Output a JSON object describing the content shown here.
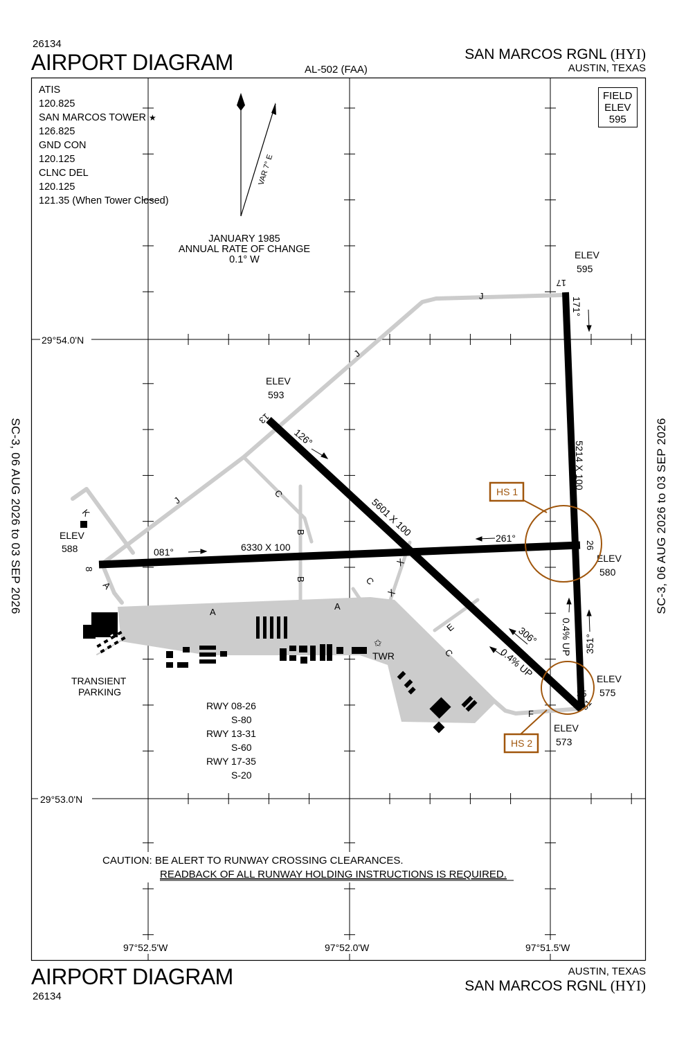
{
  "header": {
    "chart_number": "26134",
    "title": "AIRPORT DIAGRAM",
    "chart_id": "AL-502 (FAA)",
    "airport_name": "SAN MARCOS RGNL",
    "airport_id": "(HYI)",
    "location": "AUSTIN, TEXAS"
  },
  "footer": {
    "title": "AIRPORT DIAGRAM",
    "chart_number": "26134",
    "airport_name": "SAN MARCOS RGNL",
    "airport_id": "(HYI)",
    "location": "AUSTIN, TEXAS"
  },
  "side_dates": {
    "left": "SC-3,  06 AUG 2026  to  03 SEP 2026",
    "right": "SC-3,  06 AUG 2026  to  03 SEP 2026"
  },
  "frequencies": {
    "atis_label": "ATIS",
    "atis": "120.825",
    "tower_label": "SAN MARCOS TOWER",
    "tower_symbol": "★",
    "tower": "126.825",
    "gnd_label": "GND CON",
    "gnd": "120.125",
    "clnc_label": "CLNC DEL",
    "clnc": "120.125",
    "tower_closed": "121.35 (When Tower Closed)"
  },
  "field_elevation": {
    "line1": "FIELD",
    "line2": "ELEV",
    "value": "595"
  },
  "magnetic_variation": {
    "var": "VAR 7° E",
    "date": "JANUARY 1985",
    "rate_label": "ANNUAL RATE OF CHANGE",
    "rate": "0.1° W"
  },
  "coordinates": {
    "lat_north": "29°54.0'N",
    "lat_south": "29°53.0'N",
    "lon_west": "97°52.5'W",
    "lon_mid": "97°52.0'W",
    "lon_east": "97°51.5'W"
  },
  "runways": {
    "r08": {
      "end": "8",
      "elev_label": "ELEV",
      "elev": "588",
      "heading": "081°"
    },
    "r26": {
      "end": "26",
      "elev_label": "ELEV",
      "elev": "580",
      "heading": "261°"
    },
    "r0826_dims": "6330 X 100",
    "r13": {
      "end": "13",
      "elev_label": "ELEV",
      "elev": "593",
      "heading": "126°"
    },
    "r31": {
      "end": "31",
      "elev_label": "ELEV",
      "elev": "573",
      "heading": "306°"
    },
    "r1331_dims": "5601 X 100",
    "r1331_slope": "0.4% UP",
    "r17": {
      "end": "17",
      "elev_label": "ELEV",
      "elev": "595",
      "heading": "171°"
    },
    "r35": {
      "end": "35",
      "elev_label": "ELEV",
      "elev": "575",
      "heading": "351°"
    },
    "r1735_dims": "5214 X 100",
    "r1735_slope": "0.4% UP"
  },
  "hot_spots": {
    "hs1": "HS 1",
    "hs2": "HS 2"
  },
  "taxiways": {
    "J_top": "J",
    "J_mid": "J",
    "J_left": "J",
    "K": "K",
    "A_left": "A",
    "A_mid": "A",
    "A_right": "A",
    "B_top": "B",
    "B_bottom": "B",
    "C_top": "C",
    "C_mid": "C",
    "C_bottom": "C",
    "X_top": "X",
    "X_bottom": "X",
    "E": "E",
    "F": "F"
  },
  "labels": {
    "transient_1": "TRANSIENT",
    "transient_2": "PARKING",
    "twr": "TWR",
    "twr_symbol": "✩"
  },
  "strength": {
    "l1": "RWY 08-26",
    "l2": "S-80",
    "l3": "RWY 13-31",
    "l4": "S-60",
    "l5": "RWY 17-35",
    "l6": "S-20"
  },
  "caution": {
    "line1": "CAUTION: BE ALERT TO RUNWAY CROSSING CLEARANCES.",
    "line2": "READBACK OF ALL RUNWAY HOLDING INSTRUCTIONS IS REQUIRED."
  },
  "colors": {
    "hot_spot": "#a0560c",
    "taxiway": "#cccccc",
    "runway": "#000000"
  }
}
